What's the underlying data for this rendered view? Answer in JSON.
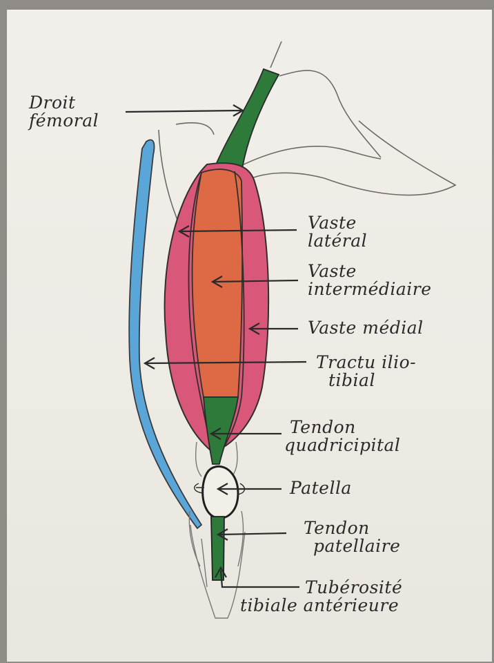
{
  "labels": {
    "droit_femoral": {
      "line1": "Droit",
      "line2": "fémoral"
    },
    "vaste_lateral": {
      "line1": "Vaste",
      "line2": "latéral"
    },
    "vaste_intermediaire": {
      "line1": "Vaste",
      "line2": "intermédiaire"
    },
    "vaste_medial": {
      "line1": "Vaste médial"
    },
    "tractus": {
      "line1": "Tractu ilio-",
      "line2": "tibial"
    },
    "tendon_quadricipital": {
      "line1": "Tendon",
      "line2": "quadricipital"
    },
    "patella": {
      "line1": "Patella"
    },
    "tendon_patellaire": {
      "line1": "Tendon",
      "line2": "patellaire"
    },
    "tuberosite": {
      "line1": "Tubérosité",
      "line2": "tibiale antérieure"
    }
  },
  "colors": {
    "paper": "#efece6",
    "green": "#2e7a3a",
    "pink": "#d9587a",
    "orange": "#dd6a45",
    "blue": "#5aa6d8",
    "ink": "#2b2a2a"
  }
}
